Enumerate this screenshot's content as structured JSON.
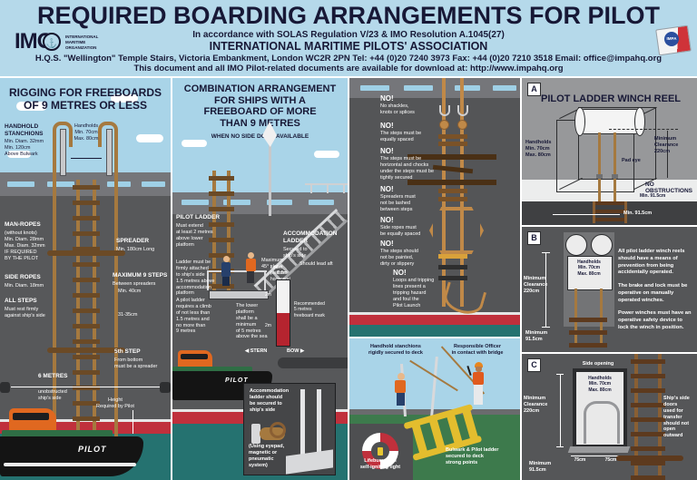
{
  "header": {
    "title": "REQUIRED BOARDING ARRANGEMENTS FOR PILOT",
    "line1": "In accordance with SOLAS Regulation V/23 & IMO Resolution A.1045(27)",
    "line2": "INTERNATIONAL MARITIME PILOTS' ASSOCIATION",
    "line3": "H.Q.S. \"Wellington\" Temple Stairs, Victoria Embankment, London WC2R 2PN  Tel: +44 (0)20 7240 3973  Fax: +44 (0)20 7210 3518  Email: office@impahq.org",
    "line4": "This document and all IMO Pilot-related documents are available for download at: http://www.impahq.org",
    "imo_text": "IMO",
    "imo_caption": "INTERNATIONAL\nMARITIME\nORGANIZATION",
    "impa_text": "IMPA"
  },
  "colors": {
    "sky": "#a9d4e8",
    "header_bg": "#b5d9ea",
    "ship_gray": "#57585a",
    "sea_teal": "#257270",
    "stripe_red": "#c0303c",
    "rope_brown": "#a5793f",
    "dark_text": "#171836"
  },
  "rigging": {
    "title": "RIGGING FOR FREEBOARDS\nOF 9 METRES OR LESS",
    "handhold_title": "HANDHOLD\nSTANCHIONS",
    "handhold_detail": "Min. Diam. 32mm\nMin. 120cm\nAbove Bulwark",
    "handholds_span": "Handholds\nMin. 70cm\nMax. 80cm",
    "manropes_title": "MAN-ROPES",
    "manropes_detail": "(without knots)\nMin. Diam. 28mm\nMax. Diam. 32mm\nIF REQUIRED\nBY THE PILOT",
    "spreader_title": "SPREADER",
    "spreader_detail": "Min. 180cm Long",
    "sideropes_title": "SIDE ROPES",
    "sideropes_detail": "Min. Diam. 18mm",
    "maxsteps_title": "MAXIMUM 9 STEPS",
    "maxsteps_detail": "Between spreaders",
    "allsteps_title": "ALL STEPS",
    "allsteps_detail": "Must rest firmly\nagainst ship's side",
    "step_width": "Min. 40cm",
    "step_spacing": "31-35cm",
    "fifthstep_title": "5th STEP",
    "fifthstep_detail": "From bottom\nmust be a spreader",
    "sixmetres_title": "6 METRES",
    "sixmetres_detail": "unobstructed\nship's side",
    "height_label": "Height\nRequired by Pilot",
    "boat_name": "PILOT"
  },
  "combination": {
    "title": "COMBINATION ARRANGEMENT\nFOR SHIPS WITH A\nFREEBOARD OF MORE\nTHAN 9 METRES",
    "subtitle": "WHEN NO SIDE DOOR AVAILABLE",
    "pilotladder_title": "PILOT LADDER",
    "pilotladder_detail": "Must extend\nat least 2 metres\nabove lower\nplatform",
    "attach": "Ladder must be\nfirmly attached\nto ship's side\n1.5 metres above\naccommodation\nplatform",
    "accommodation_title": "ACCOMMODATION\nLADDER",
    "accommodation_detail": "Secured to\nship's side",
    "slope": "Maximum\n45° slope",
    "lead_aft": "Should lead aft",
    "lower_platform": "Lower\nplatform\nhorizontal",
    "climb": "A pilot ladder\nrequires a climb\nof not less than\n1.5 metres and\nno more than\n9 metres",
    "platform_min": "The lower\nplatform\nshall be a\nminimum\nof 5 metres\nabove the sea",
    "gauge_top": "0.5m",
    "gauge_upper": "2m",
    "gauge_lower": "2m",
    "freeboard_mark": "Recommended\n5 metres\nfreeboard mark",
    "stern": "◀ STERN",
    "bow": "BOW ▶",
    "boat_name": "PILOT",
    "inset_secure": "Accommodation\nladder should\nbe secured to\nship's side",
    "inset_using": "(Using eyepad,\nmagnetic or\npneumatic\nsystem)"
  },
  "no_panel": {
    "items": [
      {
        "title": "NO!",
        "text": "No shackles,\nknots or splices"
      },
      {
        "title": "NO!",
        "text": "The steps must be\nequally spaced"
      },
      {
        "title": "NO!",
        "text": "The steps must be\nhorizontal and chocks\nunder the steps must be\ntightly secured"
      },
      {
        "title": "NO!",
        "text": "Spreaders must\nnot be lashed\nbetween steps"
      },
      {
        "title": "NO!",
        "text": "Side ropes must\nbe equally spaced"
      },
      {
        "title": "NO!",
        "text": "The steps should\nnot be painted,\ndirty or slippery"
      },
      {
        "title": "NO!",
        "text": "Loops and tripping\nlines present a\ntripping hazard\nand foul the\nPilot Launch"
      }
    ]
  },
  "deck_scene": {
    "stanchions": "Handhold stanchions\nrigidly secured to deck",
    "officer": "Responsible Officer\nin contact with bridge",
    "lifebuoy": "Lifebuoy with\nself-igniting light",
    "secured": "Bulwark & Pilot ladder\nsecured to deck\nstrong points"
  },
  "panel_a": {
    "badge": "A",
    "title": "PILOT LADDER WINCH REEL",
    "handholds": "Handholds\nMin. 70cm\nMax. 80cm",
    "pad_eye": "Pad eye",
    "clearance": "Minimum\nClearance\n220cm",
    "no_obstructions": "NO\nOBSTRUCTIONS",
    "min_floor": "Min. 91.5cm",
    "min_bottom": "Min. 91.5cm"
  },
  "panel_b": {
    "badge": "B",
    "clearance": "Minimum\nClearance\n220cm",
    "handholds": "Handholds\nMin. 70cm\nMax. 80cm",
    "minimum": "Minimum\n91.5cm",
    "para1": "All pilot ladder winch reels should have a means of prevention from being accidentally operated.",
    "para2": "The brake and lock must be operative on manually operated winches.",
    "para3": "Power winches must have an operative safety device to lock the winch in position."
  },
  "panel_c": {
    "badge": "C",
    "side_opening": "Side opening",
    "handholds": "Handholds\nMin. 70cm\nMax. 80cm",
    "clearance": "Minimum\nClearance\n220cm",
    "w1": "75cm",
    "w2": "75cm",
    "minimum": "Minimum\n91.5cm",
    "door_note": "Ship's side doors\nused for transfer\nshould not open\noutward"
  }
}
